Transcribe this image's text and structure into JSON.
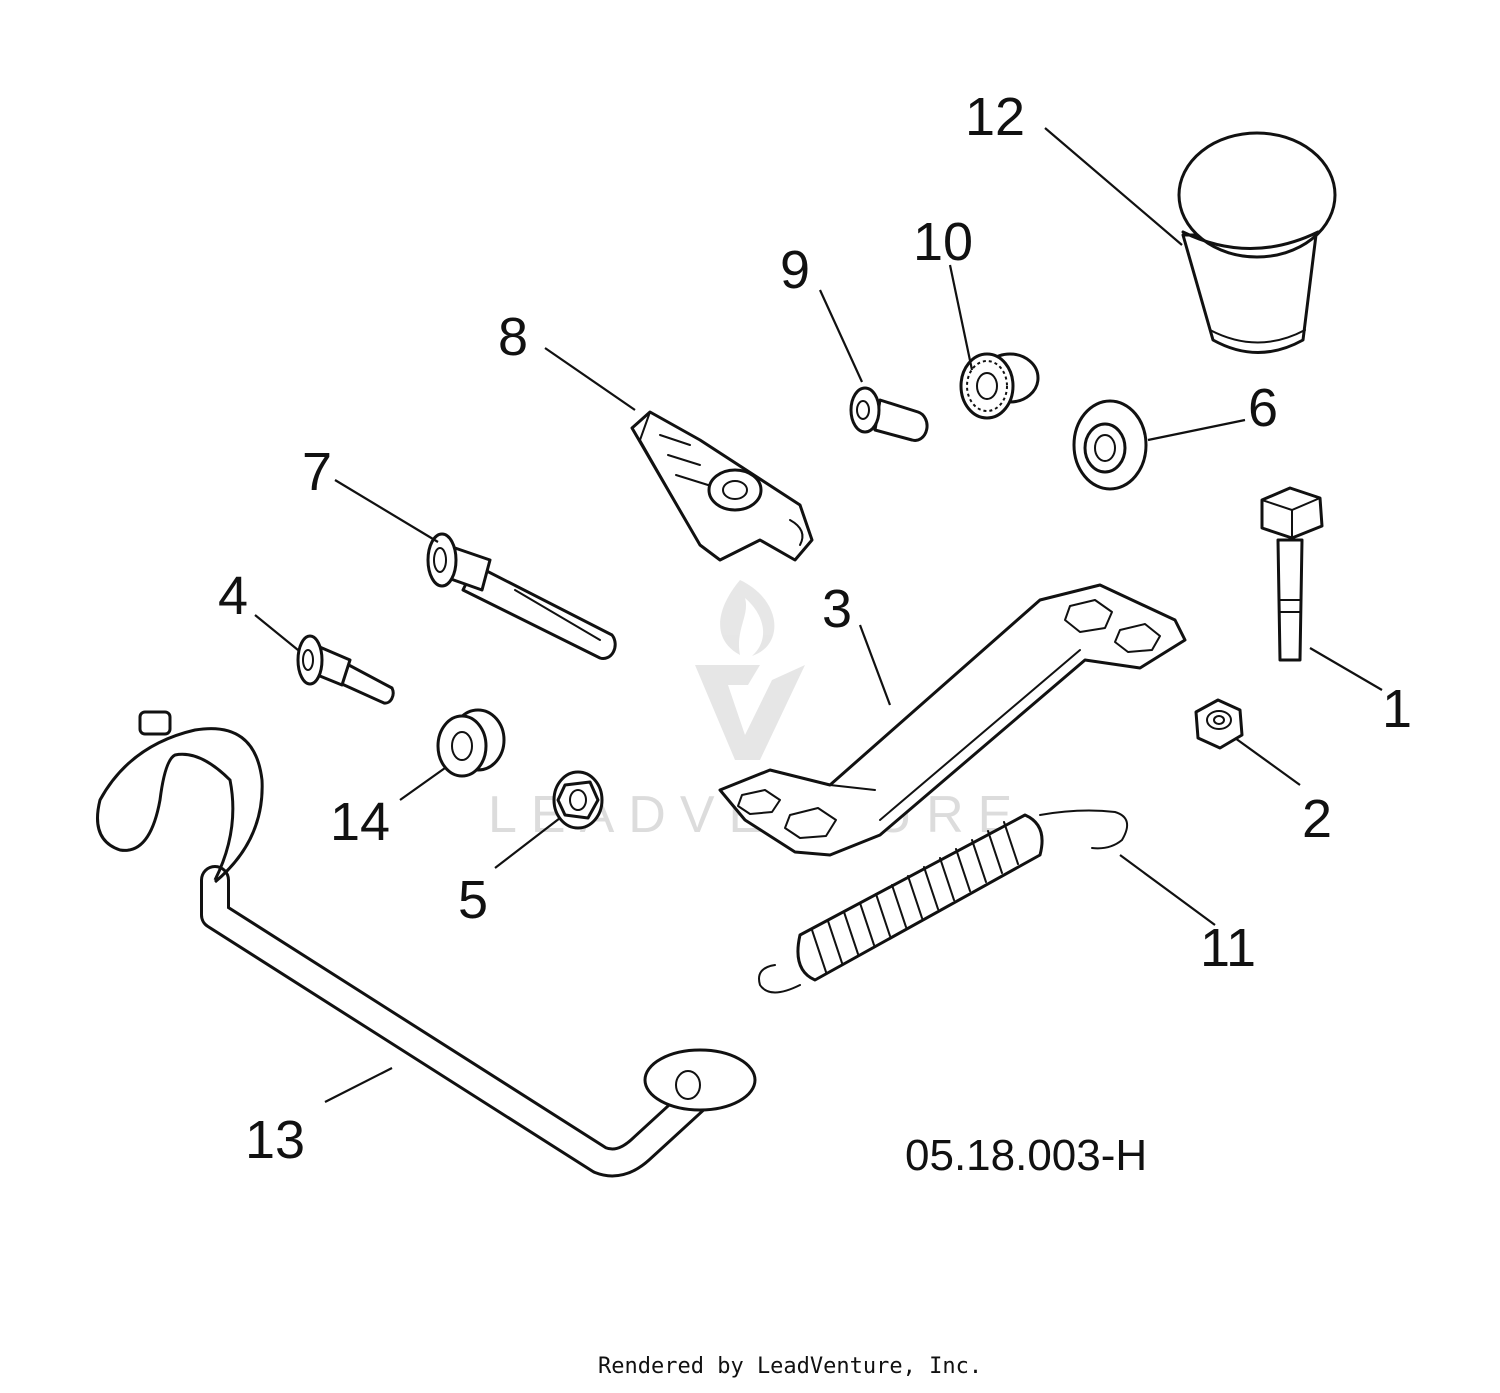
{
  "diagram": {
    "drawing_number": "05.18.003-H",
    "credit": "Rendered by LeadVenture, Inc.",
    "watermark": "LEADVENTURE",
    "callouts": [
      {
        "id": "1",
        "label": "1"
      },
      {
        "id": "2",
        "label": "2"
      },
      {
        "id": "3",
        "label": "3"
      },
      {
        "id": "4",
        "label": "4"
      },
      {
        "id": "5",
        "label": "5"
      },
      {
        "id": "6",
        "label": "6"
      },
      {
        "id": "7",
        "label": "7"
      },
      {
        "id": "8",
        "label": "8"
      },
      {
        "id": "9",
        "label": "9"
      },
      {
        "id": "10",
        "label": "10"
      },
      {
        "id": "11",
        "label": "11"
      },
      {
        "id": "12",
        "label": "12"
      },
      {
        "id": "13",
        "label": "13"
      },
      {
        "id": "14",
        "label": "14"
      }
    ]
  }
}
